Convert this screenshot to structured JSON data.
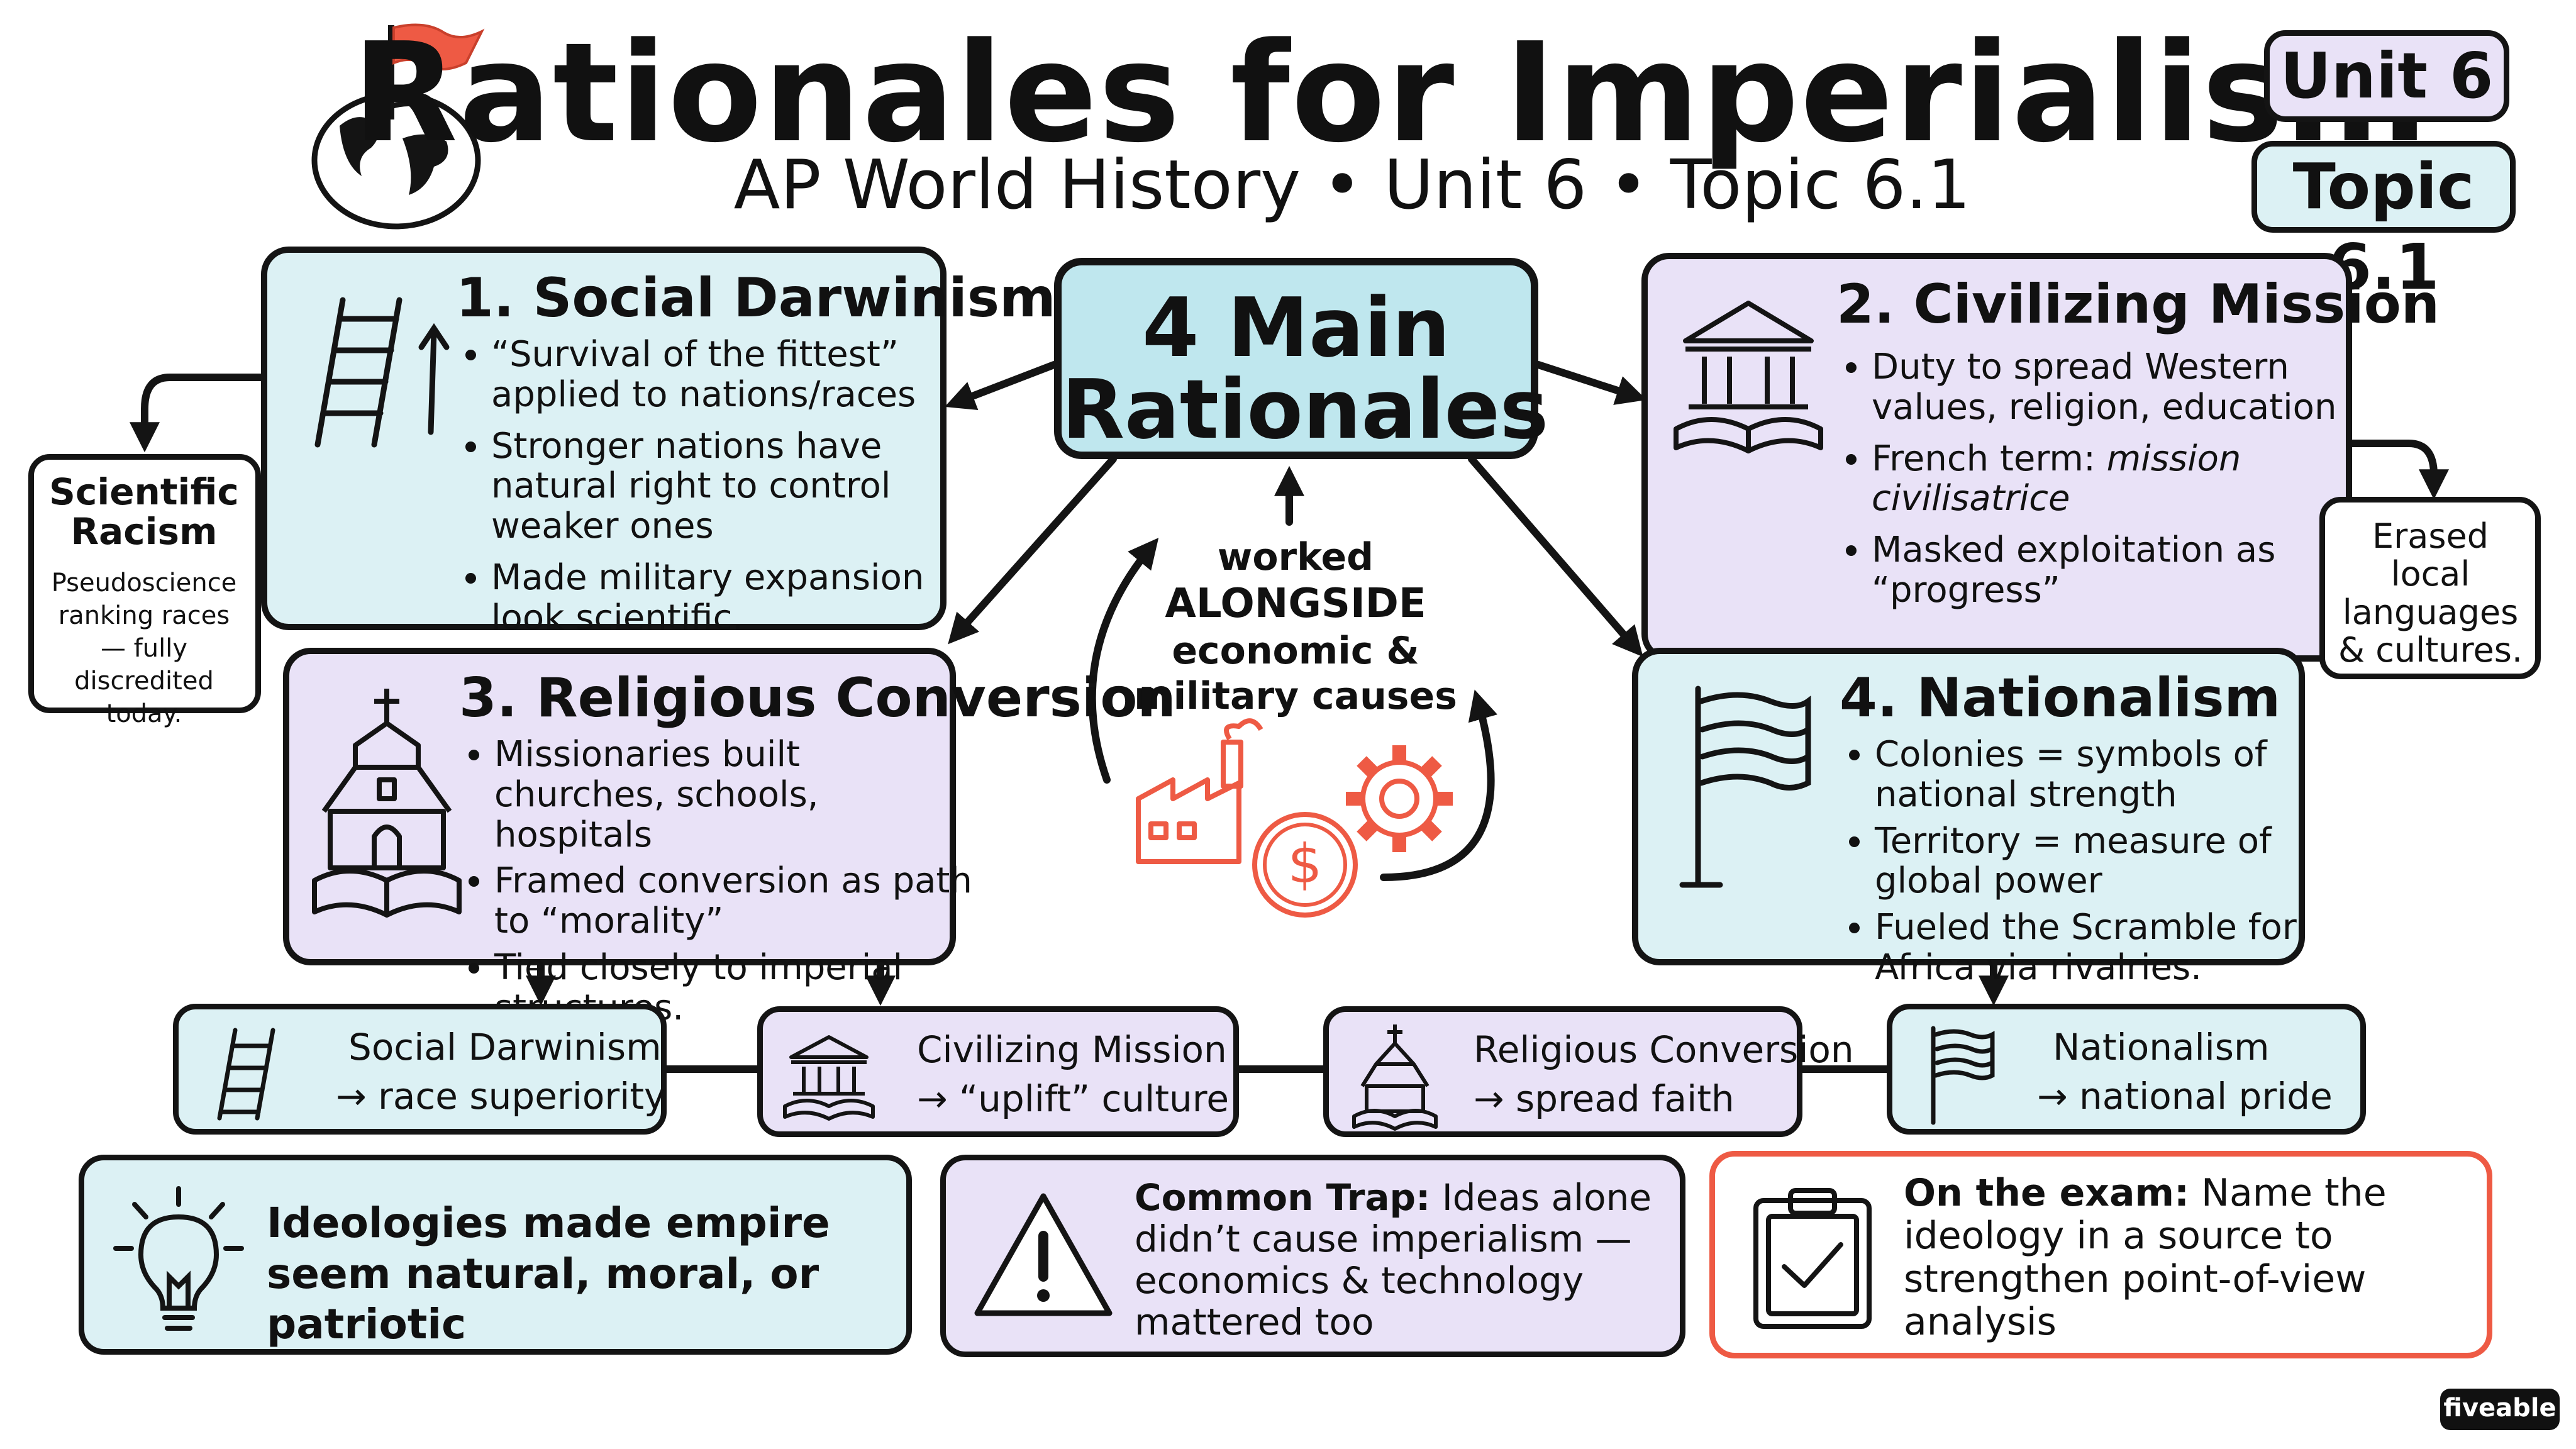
{
  "header": {
    "title": "Rationales for Imperialism",
    "subtitle": "AP World History • Unit 6 • Topic 6.1",
    "badge_unit": "Unit 6",
    "badge_topic": "Topic 6.1"
  },
  "center": {
    "title": "4 Main Rationales",
    "note_line1": "worked",
    "note_line2": "ALONGSIDE",
    "note_line3": "economic &",
    "note_line4": "military causes"
  },
  "cards": {
    "social_darwinism": {
      "title": "1. Social Darwinism",
      "bullets": [
        "“Survival of the fittest” applied to nations/races",
        "Stronger nations have natural right to control weaker ones",
        "Made military expansion look scientific."
      ]
    },
    "civilizing_mission": {
      "title": "2. Civilizing Mission",
      "bullet1": "Duty to spread Western values, religion, education",
      "bullet2_prefix": "French term: ",
      "bullet2_term": "mission civilisatrice",
      "bullet3": "Masked exploitation as “progress”"
    },
    "religious_conversion": {
      "title": "3. Religious Conversion",
      "bullets": [
        "Missionaries built churches, schools, hospitals",
        "Framed conversion as path to “morality”",
        "Tied closely to imperial structures."
      ]
    },
    "nationalism": {
      "title": "4. Nationalism",
      "bullets": [
        "Colonies = symbols of national strength",
        "Territory = measure of global power",
        "Fueled the Scramble for Africa via rivalries."
      ]
    }
  },
  "side_notes": {
    "scientific_racism": {
      "title": "Scientific Racism",
      "text": "Pseudoscience ranking races — fully discredited today."
    },
    "erased": {
      "text": "Erased local languages & cultures."
    }
  },
  "summary": [
    {
      "label": "Social Darwinism",
      "detail": "→ race superiority"
    },
    {
      "label": "Civilizing Mission",
      "detail": "→ “uplift” culture"
    },
    {
      "label": "Religious Conversion",
      "detail": "→ spread faith"
    },
    {
      "label": "Nationalism",
      "detail": "→ national pride"
    }
  ],
  "bottom": {
    "ideologies": "Ideologies made empire seem natural, moral, or patriotic",
    "trap_label": "Common Trap:",
    "trap_text": " Ideas alone didn’t cause imperialism — economics & technology mattered too",
    "exam_label": "On the exam:",
    "exam_text": " Name the ideology in a source to strengthen point-of-view analysis"
  },
  "logo": "fiveable",
  "colors": {
    "cyan": "#dcf1f4",
    "lavender": "#e9e2f7",
    "accent_red": "#ee5a44",
    "ink": "#141414"
  }
}
